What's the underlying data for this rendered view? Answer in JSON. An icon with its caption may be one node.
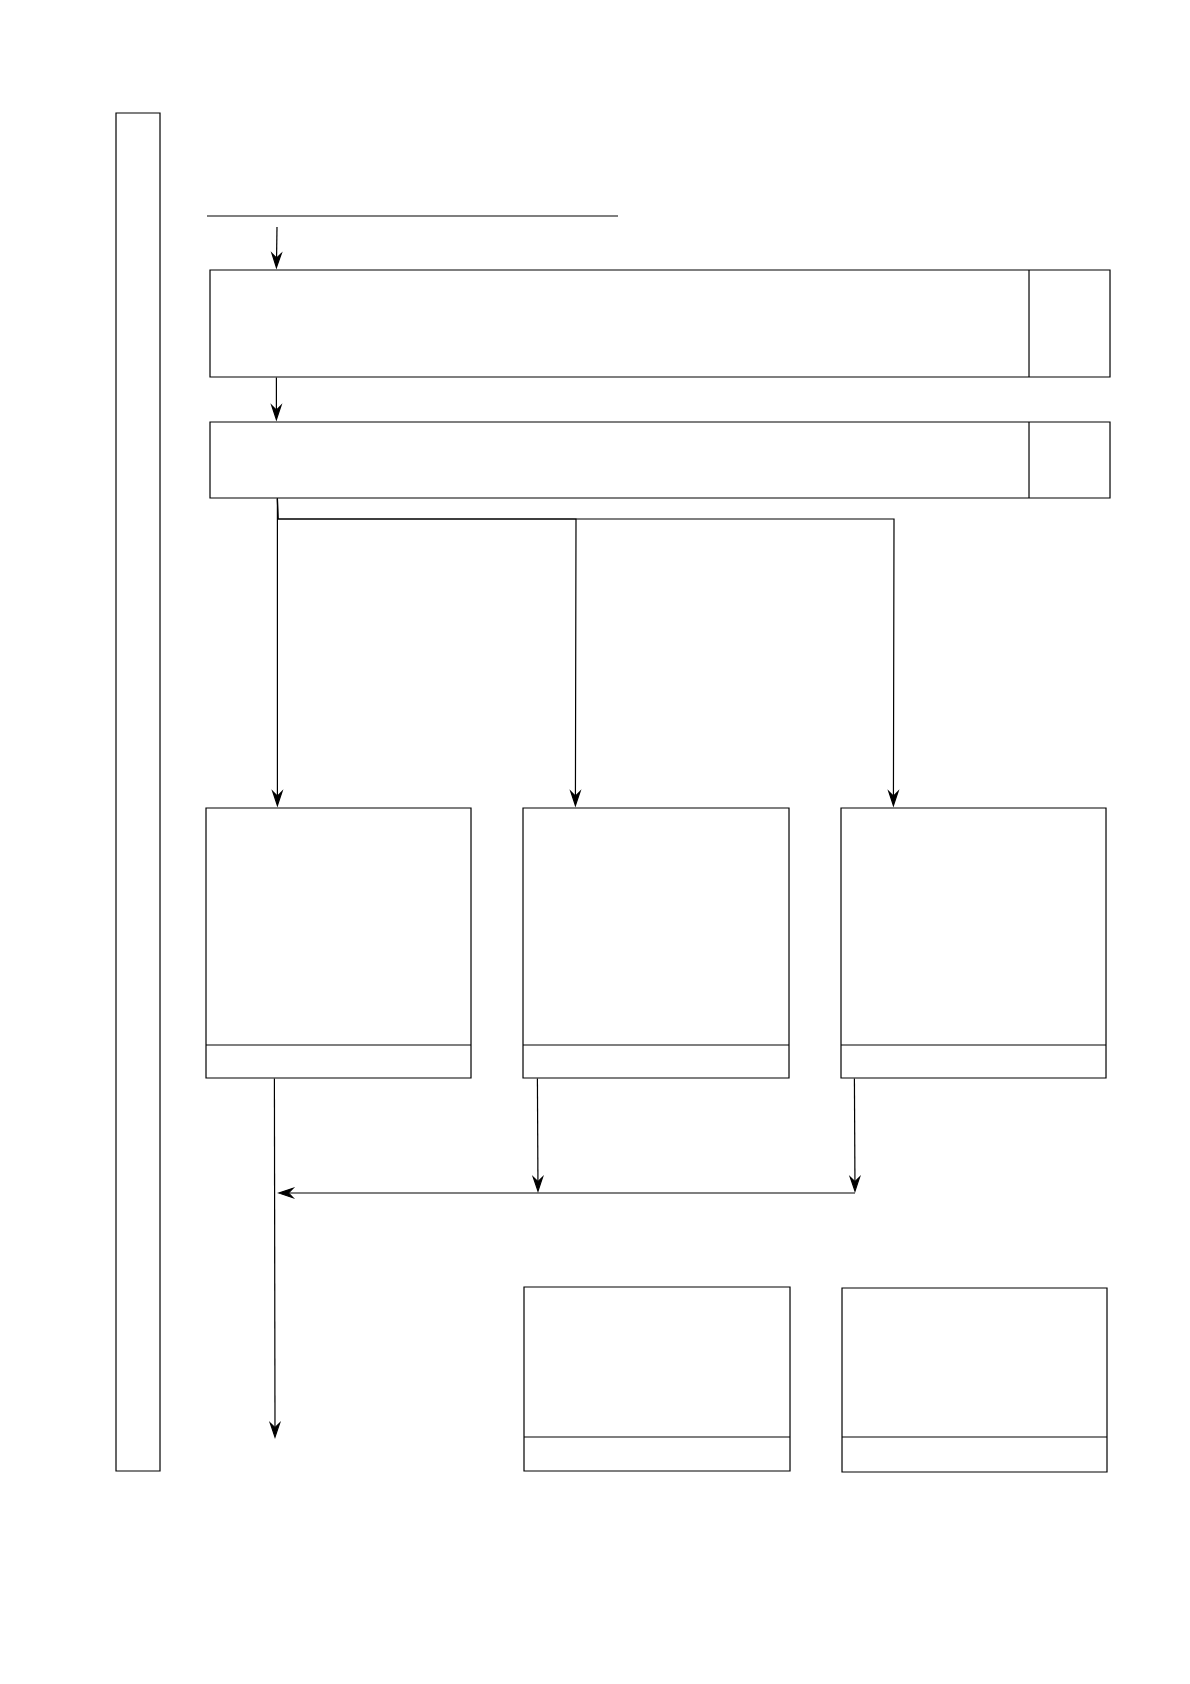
{
  "diagram": {
    "nodes": [
      {
        "text": [],
        "shape": "box"
      },
      {
        "text": [],
        "shape": "box"
      },
      {
        "text": [],
        "shape": "box"
      },
      {
        "text": [],
        "shape": "box"
      },
      {
        "text": [],
        "shape": "box"
      },
      {
        "text": [],
        "shape": "box"
      },
      {
        "text": [],
        "shape": "box"
      },
      {
        "text": [],
        "shape": "box"
      }
    ],
    "edges": [
      {
        "from": null,
        "to": 1,
        "arrow": "to"
      },
      {
        "from": 1,
        "to": 2,
        "arrow": "to"
      },
      {
        "from": 2,
        "to": 3,
        "arrow": "to"
      },
      {
        "from": 2,
        "to": 4,
        "arrow": "to"
      },
      {
        "from": 2,
        "to": 5,
        "arrow": "to"
      },
      {
        "from": 3,
        "to": null,
        "arrow": "to"
      },
      {
        "from": 4,
        "to": null,
        "arrow": "to"
      },
      {
        "from": 5,
        "to": null,
        "arrow": "to"
      }
    ]
  }
}
